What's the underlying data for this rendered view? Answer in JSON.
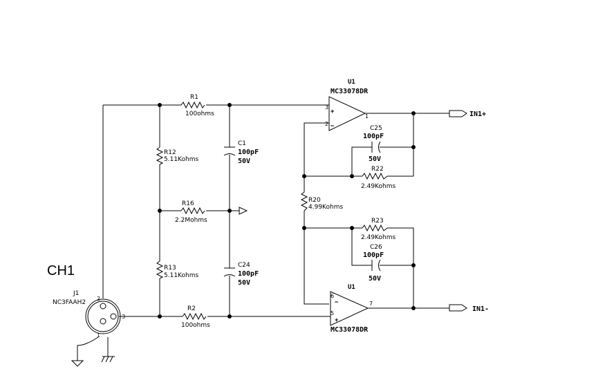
{
  "channel_label": "CH1",
  "connector": {
    "ref": "J1",
    "part": "NC3FAAH2",
    "pins": [
      "1",
      "2",
      "3"
    ]
  },
  "resistors": {
    "R1": {
      "ref": "R1",
      "value": "100ohms"
    },
    "R2": {
      "ref": "R2",
      "value": "100ohms"
    },
    "R12": {
      "ref": "R12",
      "value": "5.11Kohms"
    },
    "R13": {
      "ref": "R13",
      "value": "5.11Kohms"
    },
    "R16": {
      "ref": "R16",
      "value": "2.2Mohms"
    },
    "R20": {
      "ref": "R20",
      "value": "4.99Kohms"
    },
    "R22": {
      "ref": "R22",
      "value": "2.49Kohms"
    },
    "R23": {
      "ref": "R23",
      "value": "2.49Kohms"
    }
  },
  "capacitors": {
    "C1": {
      "ref": "C1",
      "value": "100pF",
      "voltage": "50V"
    },
    "C24": {
      "ref": "C24",
      "value": "100pF",
      "voltage": "50V"
    },
    "C25": {
      "ref": "C25",
      "value": "100pF",
      "voltage": "50V"
    },
    "C26": {
      "ref": "C26",
      "value": "100pF",
      "voltage": "50V"
    }
  },
  "opamps": {
    "top": {
      "ref": "U1",
      "part": "MC33078DR",
      "pin_plus": "3",
      "pin_minus": "2",
      "pin_out": "1",
      "plus_sign": "+",
      "minus_sign": "−"
    },
    "bottom": {
      "ref": "U1",
      "part": "MC33078DR",
      "pin_plus": "5",
      "pin_minus": "6",
      "pin_out": "7",
      "plus_sign": "+",
      "minus_sign": "−"
    }
  },
  "outputs": {
    "pos": "IN1+",
    "neg": "IN1-"
  }
}
